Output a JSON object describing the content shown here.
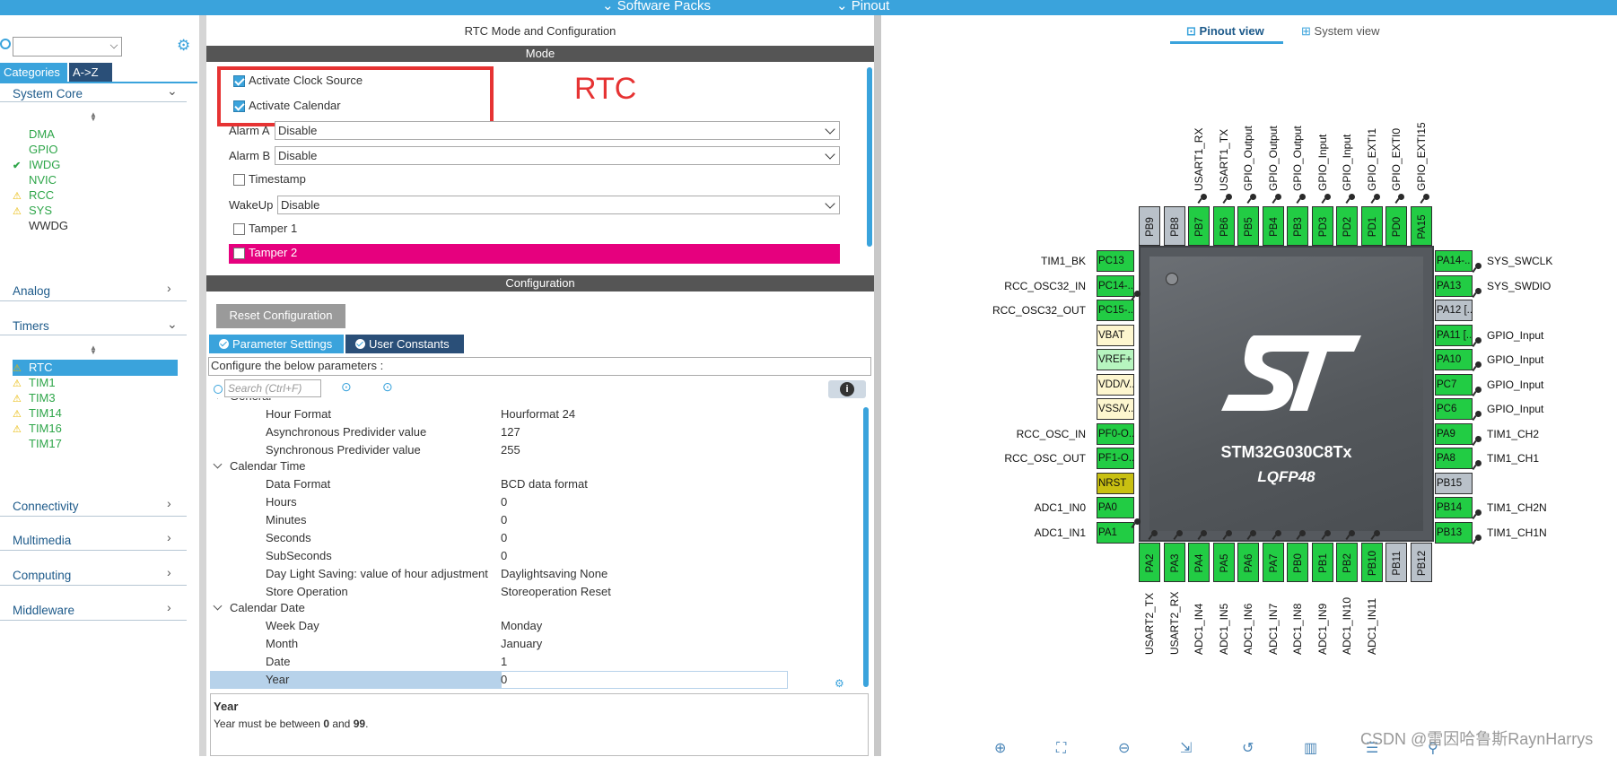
{
  "topbar": {
    "software_packs": "Software Packs",
    "pinout": "Pinout"
  },
  "left_panel": {
    "tabs": {
      "categories": "Categories",
      "atoz": "A->Z"
    },
    "sections": {
      "system_core": "System Core",
      "analog": "Analog",
      "timers": "Timers",
      "connectivity": "Connectivity",
      "multimedia": "Multimedia",
      "computing": "Computing",
      "middleware": "Middleware"
    },
    "system_core_items": [
      {
        "label": "DMA",
        "status": "none",
        "style": "green"
      },
      {
        "label": "GPIO",
        "status": "none",
        "style": "green"
      },
      {
        "label": "IWDG",
        "status": "check",
        "style": "green"
      },
      {
        "label": "NVIC",
        "status": "none",
        "style": "green"
      },
      {
        "label": "RCC",
        "status": "warning",
        "style": "green"
      },
      {
        "label": "SYS",
        "status": "warning",
        "style": "green"
      },
      {
        "label": "WWDG",
        "status": "none",
        "style": "grey"
      }
    ],
    "timer_items": [
      {
        "label": "RTC",
        "status": "warning",
        "selected": true
      },
      {
        "label": "TIM1",
        "status": "warning"
      },
      {
        "label": "TIM3",
        "status": "warning"
      },
      {
        "label": "TIM14",
        "status": "warning"
      },
      {
        "label": "TIM16",
        "status": "warning"
      },
      {
        "label": "TIM17",
        "status": "none"
      }
    ]
  },
  "middle": {
    "title": "RTC Mode and Configuration",
    "mode_bar": "Mode",
    "activate_clock_source": {
      "label": "Activate Clock Source",
      "checked": true
    },
    "activate_calendar": {
      "label": "Activate Calendar",
      "checked": true
    },
    "annotation": "RTC",
    "alarm_a": {
      "label": "Alarm A",
      "value": "Disable"
    },
    "alarm_b": {
      "label": "Alarm B",
      "value": "Disable"
    },
    "timestamp": {
      "label": "Timestamp",
      "checked": false
    },
    "wakeup": {
      "label": "WakeUp",
      "value": "Disable"
    },
    "tamper1": {
      "label": "Tamper 1",
      "checked": false
    },
    "tamper2": {
      "label": "Tamper 2",
      "checked": false
    },
    "config_bar": "Configuration",
    "reset_button": "Reset Configuration",
    "tabs": {
      "parameter_settings": "Parameter Settings",
      "user_constants": "User Constants"
    },
    "configure_text": "Configure the below parameters :",
    "search_placeholder": "Search (Ctrl+F)",
    "groups": [
      {
        "name": "General",
        "rows": [
          {
            "name": "Hour Format",
            "value": "Hourformat 24"
          },
          {
            "name": "Asynchronous Predivider value",
            "value": "127"
          },
          {
            "name": "Synchronous Predivider value",
            "value": "255"
          }
        ]
      },
      {
        "name": "Calendar Time",
        "rows": [
          {
            "name": "Data Format",
            "value": "BCD data format"
          },
          {
            "name": "Hours",
            "value": "0"
          },
          {
            "name": "Minutes",
            "value": "0"
          },
          {
            "name": "Seconds",
            "value": "0"
          },
          {
            "name": "SubSeconds",
            "value": "0"
          },
          {
            "name": "Day Light Saving: value of hour adjustment",
            "value": "Daylightsaving None"
          },
          {
            "name": "Store Operation",
            "value": "Storeoperation Reset"
          }
        ]
      },
      {
        "name": "Calendar Date",
        "rows": [
          {
            "name": "Week Day",
            "value": "Monday"
          },
          {
            "name": "Month",
            "value": "January"
          },
          {
            "name": "Date",
            "value": "1"
          },
          {
            "name": "Year",
            "value": "0",
            "selected": true
          }
        ]
      }
    ],
    "description": {
      "title": "Year",
      "prefix": "Year must be between ",
      "min": "0",
      "mid": " and ",
      "max": "99",
      "suffix": "."
    }
  },
  "right": {
    "tabs": {
      "pinout_view": "Pinout view",
      "system_view": "System view"
    },
    "chip_name": "STM32G030C8Tx",
    "package": "LQFP48",
    "watermark": "CSDN @雷因哈鲁斯RaynHarrys",
    "top_pins": [
      {
        "pin": "PB9",
        "color": "gray",
        "label": ""
      },
      {
        "pin": "PB8",
        "color": "gray",
        "label": ""
      },
      {
        "pin": "PB7",
        "color": "green",
        "label": "USART1_RX"
      },
      {
        "pin": "PB6",
        "color": "green",
        "label": "USART1_TX"
      },
      {
        "pin": "PB5",
        "color": "green",
        "label": "GPIO_Output"
      },
      {
        "pin": "PB4",
        "color": "green",
        "label": "GPIO_Output"
      },
      {
        "pin": "PB3",
        "color": "green",
        "label": "GPIO_Output"
      },
      {
        "pin": "PD3",
        "color": "green",
        "label": "GPIO_Input"
      },
      {
        "pin": "PD2",
        "color": "green",
        "label": "GPIO_Input"
      },
      {
        "pin": "PD1",
        "color": "green",
        "label": "GPIO_EXTI1"
      },
      {
        "pin": "PD0",
        "color": "green",
        "label": "GPIO_EXTI0"
      },
      {
        "pin": "PA15",
        "color": "green",
        "label": "GPIO_EXTI15"
      }
    ],
    "left_pins": [
      {
        "pin": "PC13",
        "color": "green",
        "label": "TIM1_BK"
      },
      {
        "pin": "PC14-..",
        "color": "green",
        "label": "RCC_OSC32_IN"
      },
      {
        "pin": "PC15-..",
        "color": "green",
        "label": "RCC_OSC32_OUT"
      },
      {
        "pin": "VBAT",
        "color": "yellow",
        "label": ""
      },
      {
        "pin": "VREF+",
        "color": "mint",
        "label": ""
      },
      {
        "pin": "VDD/V..",
        "color": "yellow",
        "label": ""
      },
      {
        "pin": "VSS/V..",
        "color": "yellow",
        "label": ""
      },
      {
        "pin": "PF0-O..",
        "color": "green",
        "label": "RCC_OSC_IN"
      },
      {
        "pin": "PF1-O..",
        "color": "green",
        "label": "RCC_OSC_OUT"
      },
      {
        "pin": "NRST",
        "color": "olive",
        "label": ""
      },
      {
        "pin": "PA0",
        "color": "green",
        "label": "ADC1_IN0"
      },
      {
        "pin": "PA1",
        "color": "green",
        "label": "ADC1_IN1"
      }
    ],
    "right_pins": [
      {
        "pin": "PA14-..",
        "color": "green",
        "label": "SYS_SWCLK"
      },
      {
        "pin": "PA13",
        "color": "green",
        "label": "SYS_SWDIO"
      },
      {
        "pin": "PA12 [..",
        "color": "gray",
        "label": ""
      },
      {
        "pin": "PA11 [..",
        "color": "green",
        "label": "GPIO_Input"
      },
      {
        "pin": "PA10",
        "color": "green",
        "label": "GPIO_Input"
      },
      {
        "pin": "PC7",
        "color": "green",
        "label": "GPIO_Input"
      },
      {
        "pin": "PC6",
        "color": "green",
        "label": "GPIO_Input"
      },
      {
        "pin": "PA9",
        "color": "green",
        "label": "TIM1_CH2"
      },
      {
        "pin": "PA8",
        "color": "green",
        "label": "TIM1_CH1"
      },
      {
        "pin": "PB15",
        "color": "gray",
        "label": ""
      },
      {
        "pin": "PB14",
        "color": "green",
        "label": "TIM1_CH2N"
      },
      {
        "pin": "PB13",
        "color": "green",
        "label": "TIM1_CH1N"
      }
    ],
    "bottom_pins": [
      {
        "pin": "PA2",
        "color": "green",
        "label": "USART2_TX"
      },
      {
        "pin": "PA3",
        "color": "green",
        "label": "USART2_RX"
      },
      {
        "pin": "PA4",
        "color": "green",
        "label": "ADC1_IN4"
      },
      {
        "pin": "PA5",
        "color": "green",
        "label": "ADC1_IN5"
      },
      {
        "pin": "PA6",
        "color": "green",
        "label": "ADC1_IN6"
      },
      {
        "pin": "PA7",
        "color": "green",
        "label": "ADC1_IN7"
      },
      {
        "pin": "PB0",
        "color": "green",
        "label": "ADC1_IN8"
      },
      {
        "pin": "PB1",
        "color": "green",
        "label": "ADC1_IN9"
      },
      {
        "pin": "PB2",
        "color": "green",
        "label": "ADC1_IN10"
      },
      {
        "pin": "PB10",
        "color": "green",
        "label": "ADC1_IN11"
      },
      {
        "pin": "PB11",
        "color": "gray",
        "label": ""
      },
      {
        "pin": "PB12",
        "color": "gray",
        "label": ""
      }
    ],
    "toolbar_icons": [
      "zoom-in-icon",
      "fit-icon",
      "zoom-out-icon",
      "export-icon",
      "rotate-icon",
      "split-icon",
      "list-icon",
      "search-icon"
    ]
  }
}
